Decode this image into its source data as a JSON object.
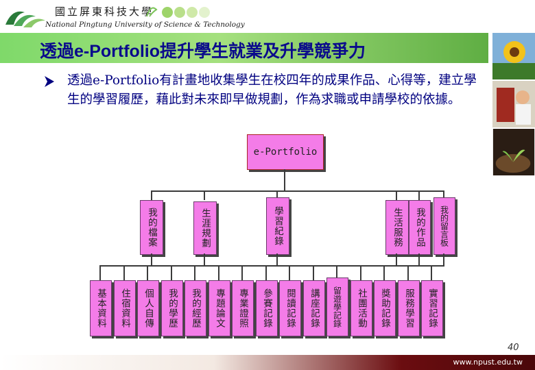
{
  "header": {
    "university_zh": "國立屏東科技大學",
    "university_en": "National Pingtung University of Science & Technology"
  },
  "title": "透過e-Portfolio提升學生就業及升學競爭力",
  "bullet": "透過e-Portfolio有計畫地收集學生在校四年的成果作品、心得等，建立學生的學習履歷，藉此對未來即早做規劃，作為求職或申請學校的依據。",
  "diagram": {
    "root": "e-Portfolio",
    "level2": [
      "我的檔案",
      "生涯規劃",
      "學習紀錄",
      "生活服務",
      "我的作品",
      "我的留言板"
    ],
    "level3": [
      "基本資料",
      "住宿資料",
      "個人自傳",
      "我的學歷",
      "我的經歷",
      "專題論文",
      "專業證照",
      "參賽記錄",
      "閱讀記錄",
      "講座記錄",
      "留遊學記錄",
      "社團活動",
      "獎助記錄",
      "服務學習",
      "實習記錄"
    ]
  },
  "page_number": "40",
  "footer_url": "www.npust.edu.tw",
  "colors": {
    "node_fill": "#f47ce8",
    "title_text": "#0a0a8c",
    "title_bar": "#7fd96a",
    "bullet_text": "#000080"
  }
}
